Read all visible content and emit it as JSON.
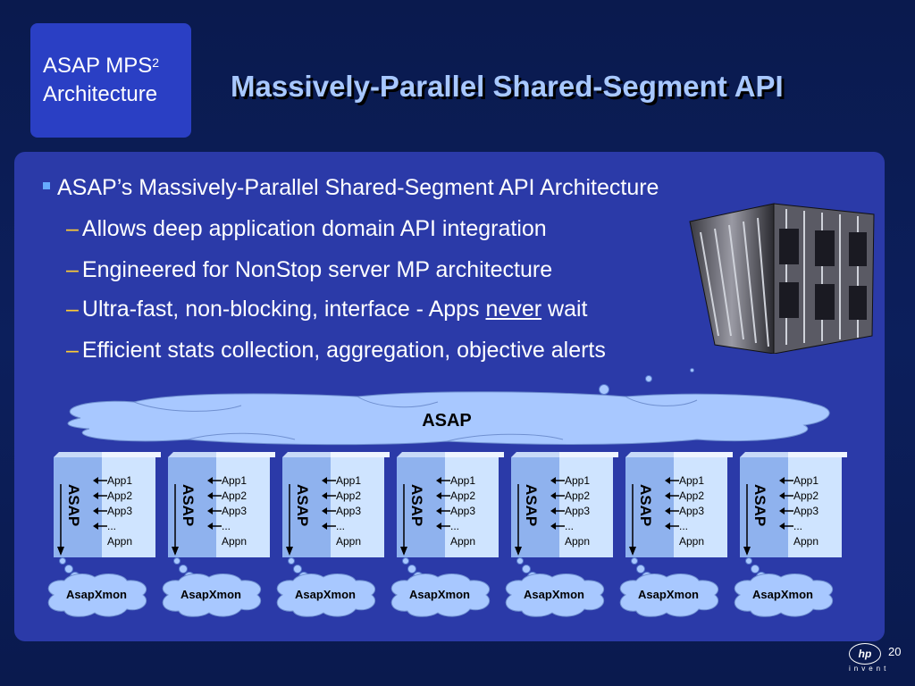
{
  "header": {
    "box_line1": "ASAP MPS",
    "box_sup": "2",
    "box_line2": "Architecture",
    "title": "Massively-Parallel Shared-Segment API"
  },
  "bullets": {
    "main": "ASAP’s Massively-Parallel Shared-Segment API Architecture",
    "sub1": "Allows deep application domain API integration",
    "sub2": "Engineered for NonStop server MP architecture",
    "sub3_a": "Ultra-fast, non-blocking, interface - Apps ",
    "sub3_u": "never",
    "sub3_b": " wait",
    "sub4": "Efficient stats collection, aggregation, objective alerts",
    "dash": "–"
  },
  "cloud": {
    "label": "ASAP"
  },
  "node": {
    "label": "ASAP",
    "apps": [
      "App1",
      "App2",
      "App3",
      "...",
      "Appn"
    ]
  },
  "monitor": {
    "label": "AsapXmon"
  },
  "footer": {
    "logo": "hp",
    "tagline": "invent",
    "page": "20"
  },
  "colors": {
    "background": "#0c1f5c",
    "panel": "#2b3aa8",
    "title": "#a8c8ff",
    "accent": "#ffcc33"
  }
}
